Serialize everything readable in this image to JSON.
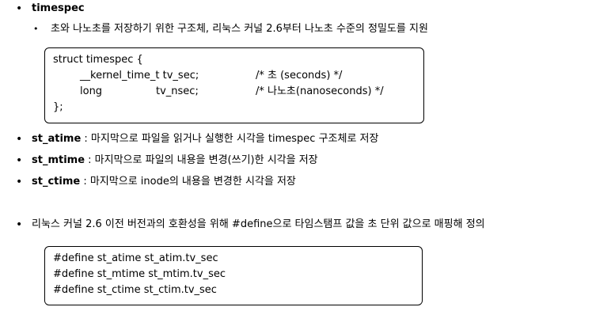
{
  "timespec_item": {
    "term": "timespec",
    "sub_description": "초와 나노초를 저장하기 위한 구조체, 리눅스 커널 2.6부터 나노초 수준의 정밀도를 지원"
  },
  "struct_code": {
    "line1": "struct timespec {",
    "line2_type": "__kernel_time_t tv_sec;",
    "line2_comment": "/* 초 (seconds) */",
    "line3_type": "long",
    "line3_field": "tv_nsec;",
    "line3_comment": "/* 나노초(nanoseconds) */",
    "line4": "};"
  },
  "fields": [
    {
      "term": "st_atime",
      "desc": " : 마지막으로 파일을 읽거나 실행한 시각을 timespec 구조체로 저장"
    },
    {
      "term": "st_mtime",
      "desc": " : 마지막으로 파일의 내용을 변경(쓰기)한 시각을 저장"
    },
    {
      "term": "st_ctime",
      "desc": " : 마지막으로 inode의 내용을 변경한 시각을 저장"
    }
  ],
  "compat_item": {
    "text": "리눅스 커널 2.6 이전 버전과의 호환성을 위해 #define으로 타임스탬프 값을 초 단위 값으로 매핑해 정의"
  },
  "define_code": [
    "#define st_atime st_atim.tv_sec",
    "#define st_mtime st_mtim.tv_sec",
    "#define st_ctime st_ctim.tv_sec"
  ],
  "bullet_char": "•"
}
